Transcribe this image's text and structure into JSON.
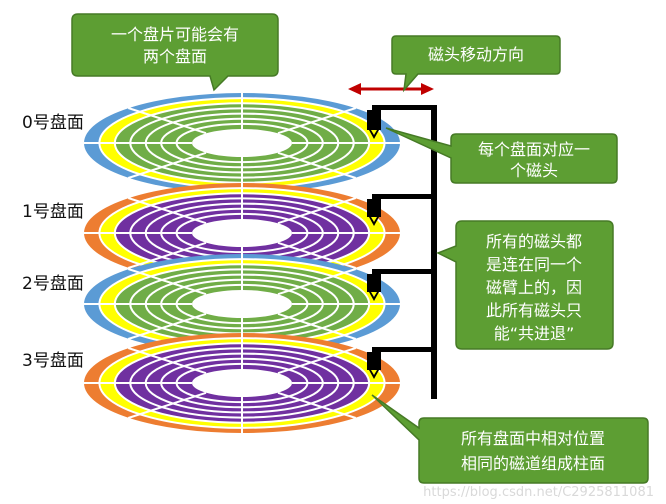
{
  "callouts": {
    "two_surfaces": [
      "一个盘片可能会有",
      "两个盘面"
    ],
    "head_direction": "磁头移动方向",
    "one_head_per_surface": [
      "每个盘面对应一",
      "个磁头"
    ],
    "heads_same_arm": [
      "所有的磁头都",
      "是连在同一个",
      "磁臂上的，因",
      "此所有磁头只",
      "能“共进退”"
    ],
    "cylinder": [
      "所有盘面中相对位置",
      "相同的磁道组成柱面"
    ]
  },
  "surface_labels": [
    "0号盘面",
    "1号盘面",
    "2号盘面",
    "3号盘面"
  ],
  "watermark": "https://blog.csdn.net/C2925811081",
  "colors": {
    "callout_fill": "#5d9e33",
    "callout_stroke": "#467a26",
    "blue": "#5b9bd5",
    "green": "#70ad47",
    "yellow": "#ffff00",
    "orange": "#ed7d31",
    "purple": "#7030a0",
    "arm": "#000000",
    "arrow": "#c00000"
  }
}
